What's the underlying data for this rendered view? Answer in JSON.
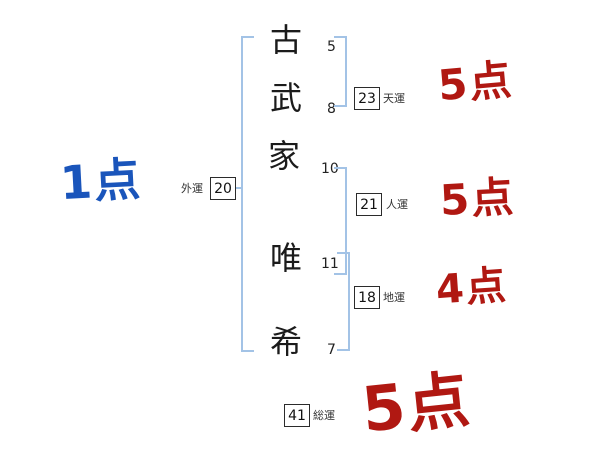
{
  "name": {
    "chars": [
      {
        "char": "古",
        "strokes": "5"
      },
      {
        "char": "武",
        "strokes": "8"
      },
      {
        "char": "家",
        "strokes": "10"
      },
      {
        "char": "唯",
        "strokes": "11"
      },
      {
        "char": "希",
        "strokes": "7"
      }
    ]
  },
  "fortunes": {
    "ten": {
      "label": "天運",
      "value": "23",
      "score": "5点"
    },
    "jin": {
      "label": "人運",
      "value": "21",
      "score": "5点"
    },
    "chi": {
      "label": "地運",
      "value": "18",
      "score": "4点"
    },
    "gai": {
      "label": "外運",
      "value": "20",
      "score": "1点"
    },
    "sou": {
      "label": "総運",
      "value": "41",
      "score": "5点"
    }
  },
  "colors": {
    "score_red": "#b01812",
    "score_blue": "#1a55bb",
    "bracket_blue": "#a3c3e6"
  }
}
